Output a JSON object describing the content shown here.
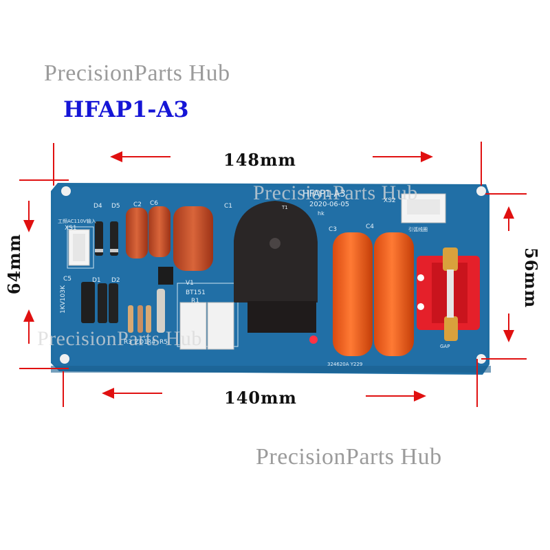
{
  "watermark": {
    "top": "PrecisionParts Hub",
    "board": "PrecisionParts Hub",
    "middle": "PrecisionParts Hub",
    "bottom": "PrecisionParts Hub"
  },
  "model_label": "HFAP1-A3",
  "dimensions": {
    "top_width": "148mm",
    "bottom_width": "140mm",
    "left_height": "64mm",
    "right_height": "56mm"
  },
  "colors": {
    "board": "#1f6ea3",
    "model_text": "#1515d6",
    "dimension_line": "#e01010",
    "capacitor_orange": "#f2611c"
  },
  "board_labels": {
    "model": "HFAP1-A3",
    "date": "2020-06-05",
    "hk": "hk",
    "xs1": "XS1",
    "xs2": "XS2",
    "input_note": "工频AC110V输入",
    "arc_note": "引弧线圈",
    "d4": "D4",
    "d5": "D5",
    "c2": "C2",
    "c6": "C6",
    "c1": "C1",
    "c3": "C3",
    "c4": "C4",
    "c5": "C5",
    "d1": "D1",
    "d2": "D2",
    "v1": "V1",
    "bt151": "BT151",
    "r1": "R1",
    "r3": "R3",
    "zd1": "ZD1",
    "r4": "R4",
    "r5": "R5",
    "varistor": "1KV103K",
    "t1": "T1",
    "gap": "GAP",
    "serial": "324620A Y229"
  }
}
